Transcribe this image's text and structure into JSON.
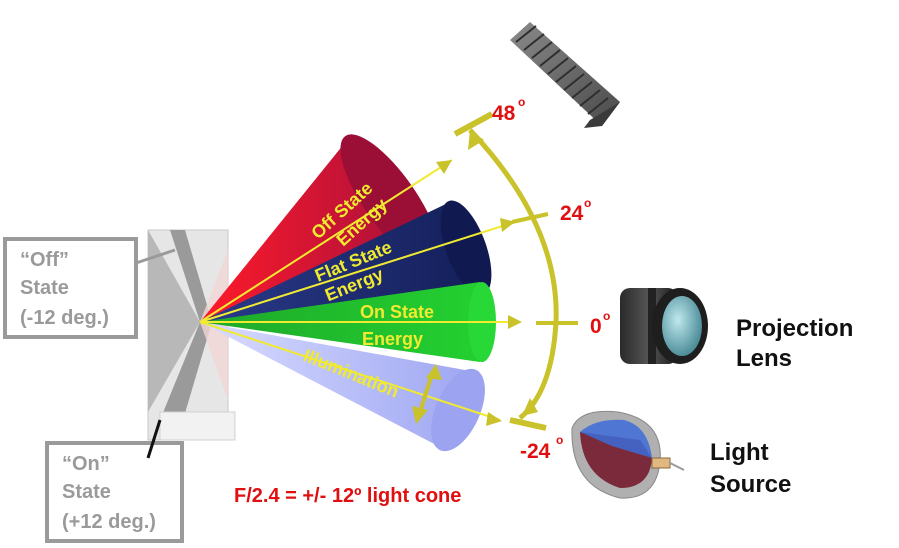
{
  "colors": {
    "off_cone": "#b0123f",
    "flat_cone": "#1a2a6e",
    "on_cone": "#1fb32a",
    "illum_cone": "#a9aff5",
    "arrow": "#c9c22a",
    "angle_label": "#e01010",
    "cone_label": "#f0ea30",
    "state_box": "#9a9a9a",
    "black_label": "#111111"
  },
  "cone_labels": {
    "off": [
      "Off State",
      "Energy"
    ],
    "flat": [
      "Flat State",
      "Energy"
    ],
    "on": [
      "On State",
      "Energy"
    ],
    "illumination": "Illumination"
  },
  "angles": {
    "a48": "48",
    "a24": "24",
    "a0": "0",
    "a_neg24": "-24",
    "degree_mark": "o"
  },
  "state_boxes": {
    "off": [
      "“Off”",
      "State",
      "(-12 deg.)"
    ],
    "on": [
      "“On”",
      "State",
      "(+12 deg.)"
    ]
  },
  "components": {
    "projection_lens": [
      "Projection",
      "Lens"
    ],
    "light_source": [
      "Light",
      "Source"
    ]
  },
  "formula": "F/2.4 = +/- 12º light cone"
}
